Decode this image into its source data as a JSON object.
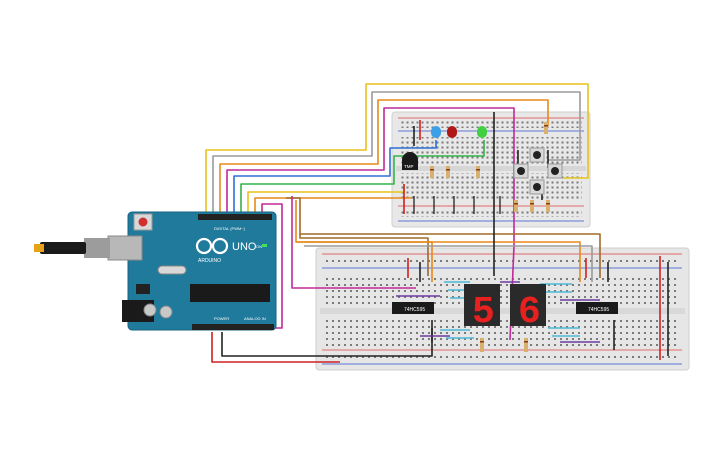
{
  "arduino": {
    "model": "UNO",
    "brand": "ARDUINO",
    "digital_label": "DIGITAL (PWM~)",
    "analog_label": "ANALOG IN",
    "power_label": "POWER",
    "on_label": "ON"
  },
  "ics": {
    "left": "74HC595",
    "right": "74HC595"
  },
  "displays": {
    "left_digit": "5",
    "right_digit": "6"
  },
  "sensor": {
    "label": "TMP"
  },
  "colors": {
    "board": "#1f7a9c",
    "breadboard": "#e6e6e6",
    "segment_on": "#e82020",
    "wire_yellow": "#e8c21a",
    "wire_orange": "#e8891a",
    "wire_magenta": "#c02a9a",
    "wire_green": "#34b34a",
    "wire_blue": "#2f6fd6",
    "wire_brown": "#a06a2a",
    "wire_gray": "#9a9a9a",
    "wire_red": "#d02020",
    "wire_black": "#222222"
  },
  "leds": [
    "blue",
    "red",
    "green"
  ]
}
